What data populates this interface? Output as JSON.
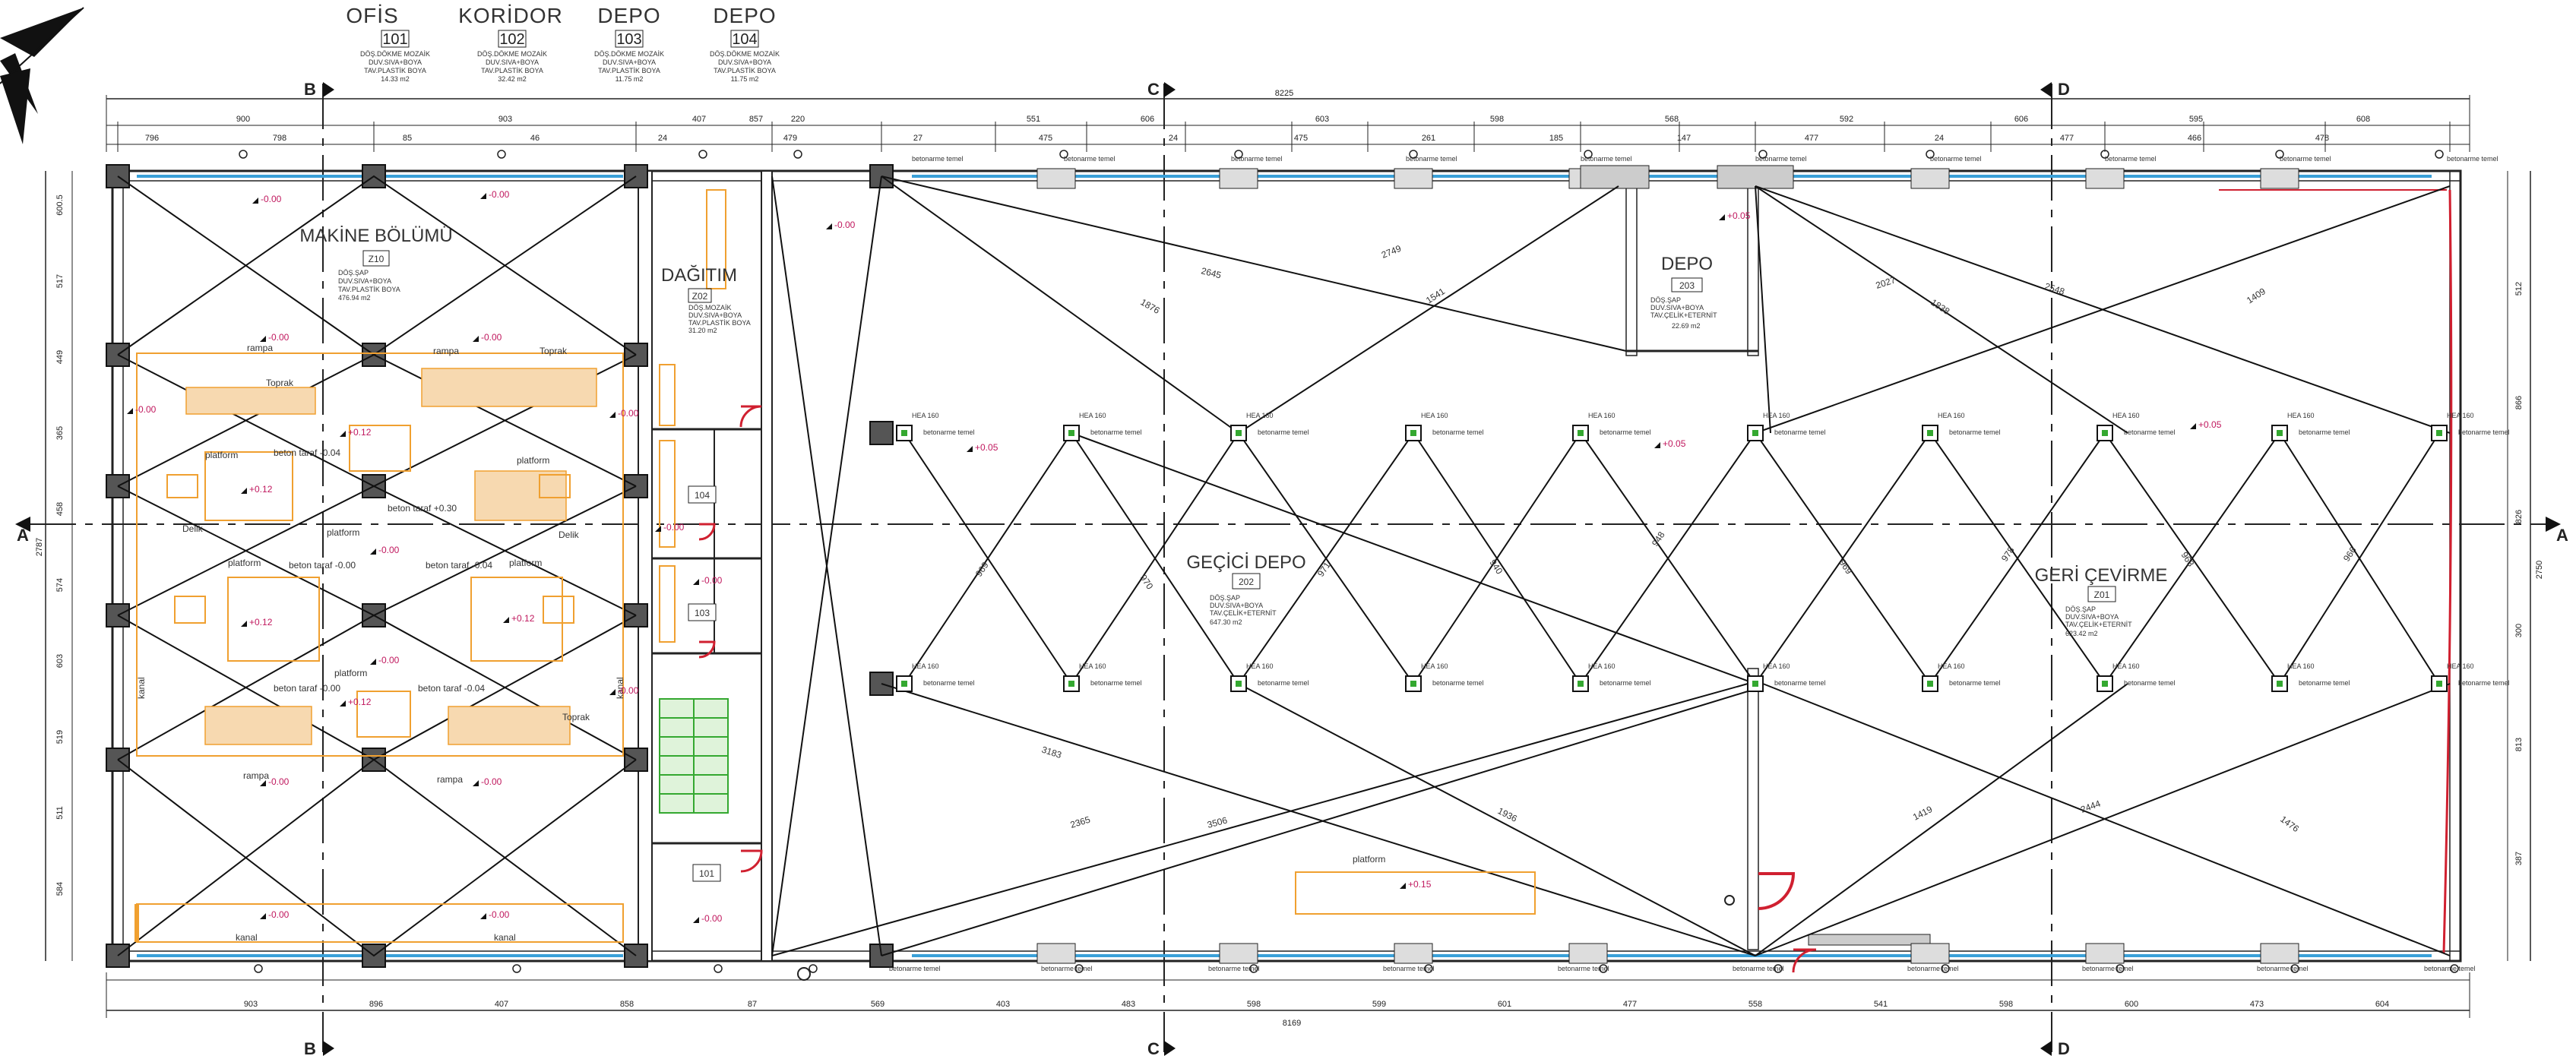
{
  "header_rooms": [
    {
      "name": "OFİS",
      "num": "101",
      "l1": "DÖŞ.DÖKME MOZAİK",
      "l2": "DUV.SIVA+BOYA",
      "l3": "TAV.PLASTİK BOYA",
      "area": "14.33 m2"
    },
    {
      "name": "KORİDOR",
      "num": "102",
      "l1": "DÖŞ.DÖKME MOZAİK",
      "l2": "DUV.SIVA+BOYA",
      "l3": "TAV.PLASTİK BOYA",
      "area": "32.42 m2"
    },
    {
      "name": "DEPO",
      "num": "103",
      "l1": "DÖŞ.DÖKME MOZAİK",
      "l2": "DUV.SIVA+BOYA",
      "l3": "TAV.PLASTİK BOYA",
      "area": "11.75 m2"
    },
    {
      "name": "DEPO",
      "num": "104",
      "l1": "DÖŞ.DÖKME MOZAİK",
      "l2": "DUV.SIVA+BOYA",
      "l3": "TAV.PLASTİK BOYA",
      "area": "11.75 m2"
    }
  ],
  "rooms": {
    "makine": {
      "name": "MAKİNE BÖLÜMÜ",
      "num": "Z10",
      "l1": "DÖŞ.ŞAP",
      "l2": "DUV.SIVA+BOYA",
      "l3": "TAV.PLASTİK BOYA",
      "area": "476.94 m2"
    },
    "dagitim": {
      "name": "DAĞITIM",
      "num": "Z02",
      "l1": "DÖŞ.MOZAİK",
      "l2": "DUV.SIVA+BOYA",
      "l3": "TAV.PLASTİK BOYA",
      "area": "31.20 m2"
    },
    "depo203": {
      "name": "DEPO",
      "num": "203",
      "l1": "DÖŞ.ŞAP",
      "l2": "DUV.SIVA+BOYA",
      "l3": "TAV.ÇELİK+ETERNİT",
      "area": "22.69 m2"
    },
    "gecici": {
      "name": "GEÇİCİ DEPO",
      "num": "202",
      "l1": "DÖŞ.ŞAP",
      "l2": "DUV.SIVA+BOYA",
      "l3": "TAV.ÇELİK+ETERNİT",
      "area": "647.30 m2"
    },
    "geri": {
      "name": "GERİ ÇEVİRME",
      "num": "Z01",
      "l1": "DÖŞ.ŞAP",
      "l2": "DUV.SIVA+BOYA",
      "l3": "TAV.ÇELİK+ETERNİT",
      "area": "623.42 m2"
    }
  },
  "small_rooms": [
    "104",
    "103",
    "101"
  ],
  "axes": {
    "A": "A",
    "B": "B",
    "C": "C",
    "D": "D"
  },
  "overall_top": "8225",
  "overall_bottom": "8169",
  "overall_left": "2787",
  "overall_right": "2750",
  "top_dims": [
    "900",
    "903",
    "407",
    "857",
    "220",
    "551",
    "606",
    "603",
    "598",
    "568",
    "592",
    "606",
    "595",
    "608"
  ],
  "top_dims2": [
    "796",
    "798",
    "85",
    "46",
    "24",
    "479",
    "27",
    "475",
    "24",
    "475",
    "261",
    "185",
    "147",
    "477",
    "24",
    "477",
    "466",
    "478"
  ],
  "bottom_dims": [
    "903",
    "896",
    "407",
    "858",
    "87",
    "569",
    "403",
    "483",
    "598",
    "599",
    "601",
    "477",
    "558",
    "541",
    "598",
    "600",
    "473",
    "604"
  ],
  "left_dims": [
    "600.5",
    "517",
    "449",
    "365",
    "458",
    "574",
    "603",
    "519",
    "511",
    "584"
  ],
  "right_dims": [
    "512",
    "866",
    "826",
    "300",
    "813",
    "387"
  ],
  "labels": {
    "beton_temel": "betonarme temel",
    "hea": "HEA 160",
    "rampa": "rampa",
    "topak": "Toprak",
    "platform": "platform",
    "kanal": "kanal",
    "delik": "Delik",
    "beton_taraf": "beton taraf -0.04",
    "beton_taraf2": "beton taraf +0.30",
    "beton_taraf3": "beton taraf -0.00",
    "elev_neg": "-0.00",
    "elev_pos": "+0.12",
    "elev_plat": "+0.15",
    "elev_depo": "+0.05"
  },
  "diag_lengths": [
    "2749",
    "2645",
    "1876",
    "1541",
    "1838",
    "2027",
    "2548",
    "1409",
    "3183",
    "2365",
    "3506",
    "1936",
    "1419",
    "2444",
    "1476",
    "969",
    "970",
    "971",
    "940",
    "948",
    "969",
    "978",
    "963",
    "966"
  ],
  "colors": {
    "orange": "#f0a030",
    "blue": "#3aa0d8",
    "red": "#d02030",
    "green": "#34a830",
    "pink": "#c0185e"
  }
}
